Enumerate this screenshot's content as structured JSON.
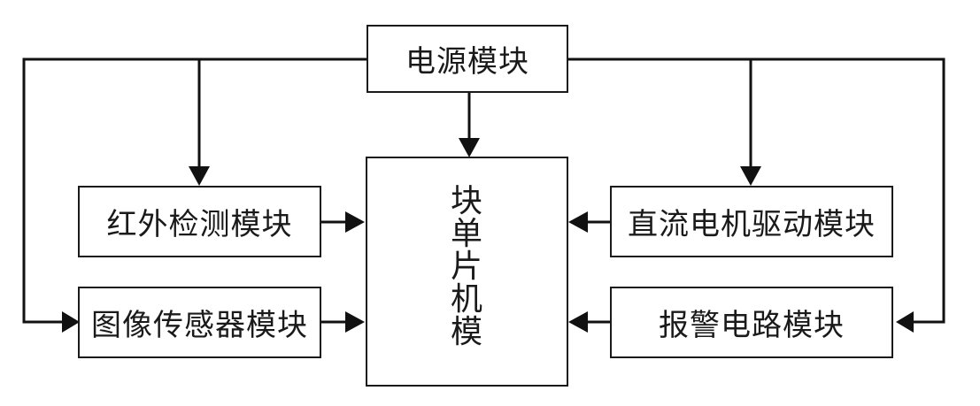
{
  "diagram": {
    "power": "电源模块",
    "mcu": [
      "块",
      "单",
      "片",
      "机",
      "模"
    ],
    "ir": "红外检测模块",
    "image": "图像传感器模块",
    "dcmotor": "直流电机驱动模块",
    "alarm": "报警电路模块"
  }
}
